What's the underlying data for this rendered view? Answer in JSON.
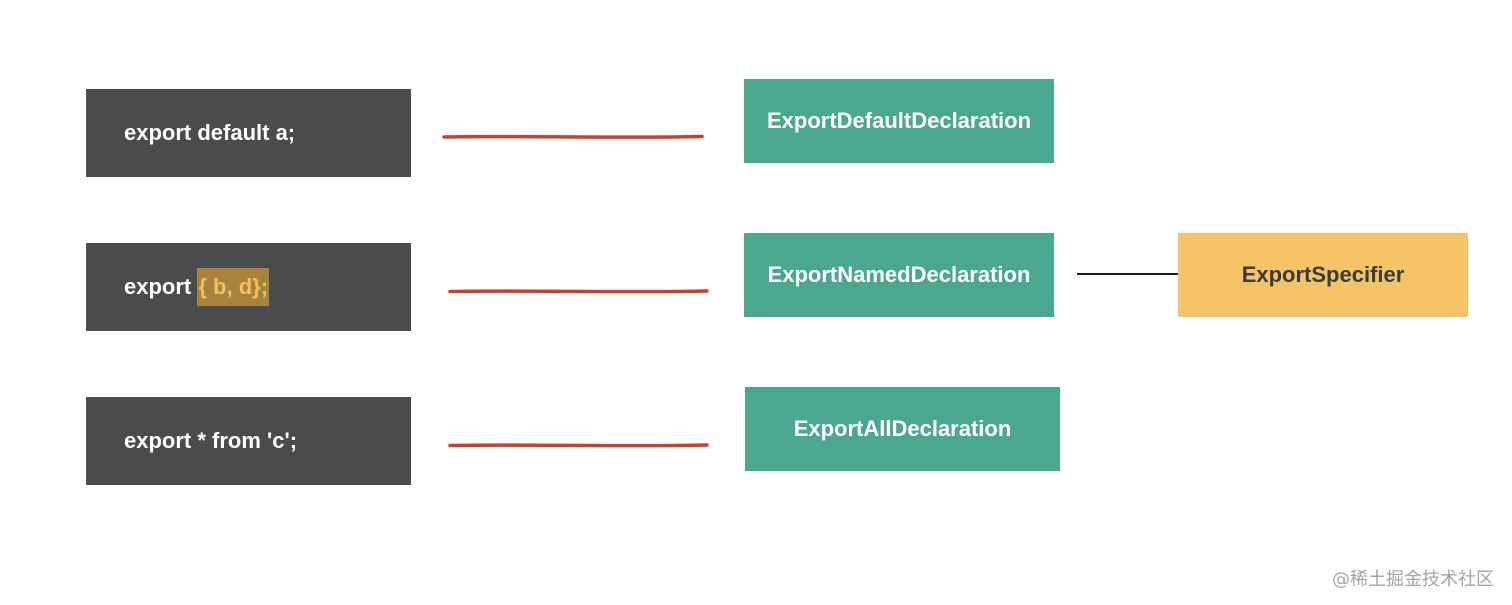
{
  "code_rows": [
    {
      "prefix": "export default a;",
      "highlight": ""
    },
    {
      "prefix": "export ",
      "highlight": "{ b, d};"
    },
    {
      "prefix": "export * from 'c';",
      "highlight": ""
    }
  ],
  "ast_nodes": [
    {
      "label": "ExportDefaultDeclaration"
    },
    {
      "label": "ExportNamedDeclaration"
    },
    {
      "label": "ExportAllDeclaration"
    }
  ],
  "specifier_node": {
    "label": "ExportSpecifier"
  },
  "watermark": "@稀土掘金技术社区",
  "colors": {
    "code_bg": "#4a4b4d",
    "ast_bg": "#4aa98c",
    "specifier_bg": "#f4c466",
    "connector_red": "#c8412f",
    "connector_black": "#1a1a1a",
    "highlight_bg": "#a9823e",
    "highlight_text": "#f0c15e"
  }
}
